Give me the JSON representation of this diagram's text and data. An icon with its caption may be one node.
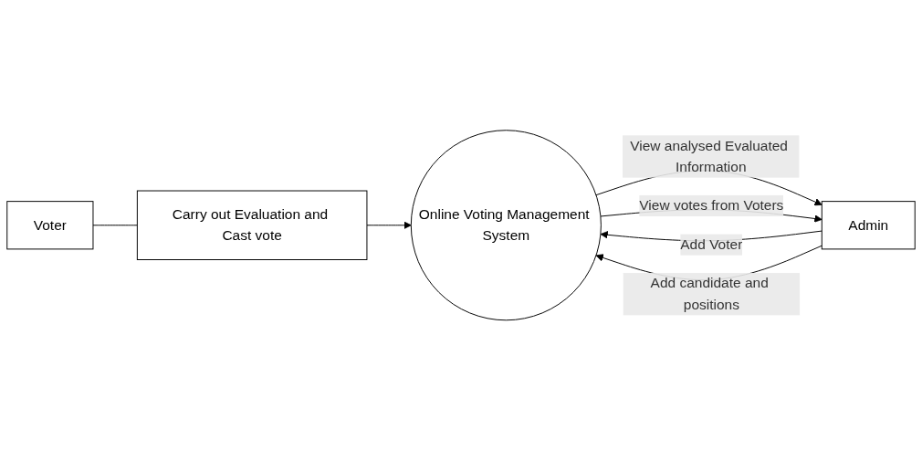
{
  "diagram": {
    "nodes": [
      {
        "text": [
          "Voter"
        ]
      },
      {
        "text": [
          "Carry out Evaluation and Cast vote"
        ]
      },
      {
        "text": [
          "Online Voting Management System"
        ]
      },
      {
        "text": [
          "Admin"
        ]
      }
    ],
    "edges": [
      {
        "from": 0,
        "to": 1,
        "arrow": "none"
      },
      {
        "from": 1,
        "to": 2,
        "arrow": "to"
      },
      {
        "from": 2,
        "to": 3,
        "arrow": "to",
        "label": "View analysed Evaluated Information"
      },
      {
        "from": 3,
        "to": 2,
        "arrow": "to",
        "label": "Add Voter"
      },
      {
        "from": 3,
        "to": 2,
        "arrow": "to",
        "label": "Add candidate and positions"
      },
      {
        "from": 2,
        "to": 3,
        "arrow": "to",
        "label": "View votes from Voters"
      }
    ]
  }
}
